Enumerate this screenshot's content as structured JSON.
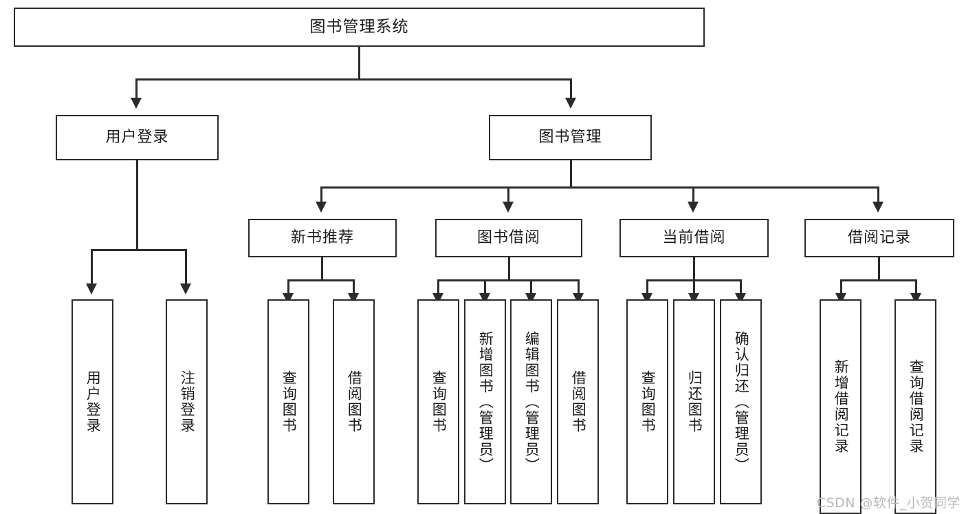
{
  "diagram": {
    "title": "图书管理系统",
    "type": "tree-hierarchy-flowchart",
    "colors": {
      "stroke": "#2b2b2b",
      "fill": "#ffffff",
      "text": "#1a1a1a",
      "watermark": "#b9b9b9"
    }
  },
  "root": {
    "label": "图书管理系统"
  },
  "level2": [
    {
      "label": "用户登录"
    },
    {
      "label": "图书管理"
    }
  ],
  "level3": [
    {
      "label": "新书推荐"
    },
    {
      "label": "图书借阅"
    },
    {
      "label": "当前借阅"
    },
    {
      "label": "借阅记录"
    }
  ],
  "leaves": {
    "user_login": [
      {
        "label": "用户登录"
      },
      {
        "label": "注销登录"
      }
    ],
    "new_book_recommend": [
      {
        "label": "查询图书"
      },
      {
        "label": "借阅图书"
      }
    ],
    "book_borrow": [
      {
        "label": "查询图书"
      },
      {
        "label": "新增图书（管理员）"
      },
      {
        "label": "编辑图书（管理员）"
      },
      {
        "label": "借阅图书"
      }
    ],
    "current_borrow": [
      {
        "label": "查询图书"
      },
      {
        "label": "归还图书"
      },
      {
        "label": "确认归还（管理员）"
      }
    ],
    "borrow_record": [
      {
        "label": "新增借阅记录"
      },
      {
        "label": "查询借阅记录"
      }
    ]
  },
  "watermark": {
    "text": "CSDN @软件_小贺同学"
  }
}
